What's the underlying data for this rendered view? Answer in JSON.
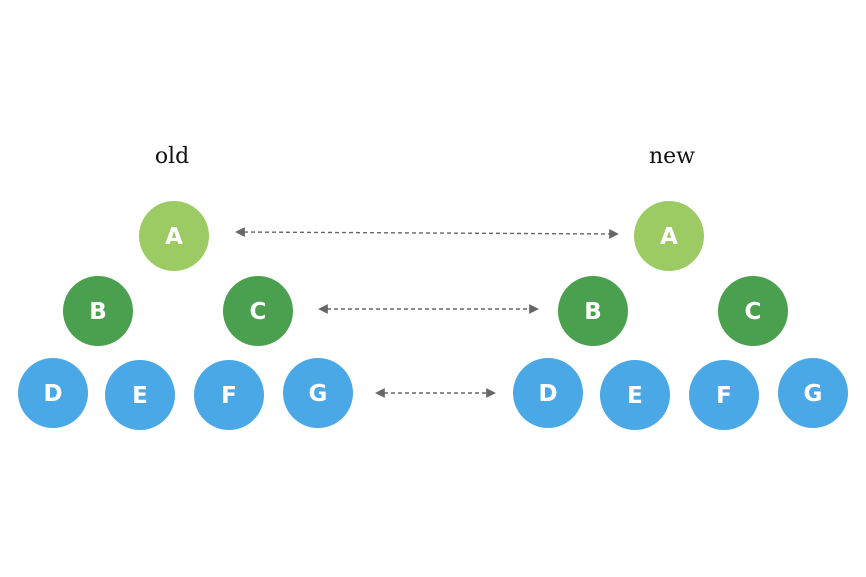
{
  "titles": {
    "old": "old",
    "new": "new"
  },
  "colors": {
    "level_1": "#9ccb64",
    "level_2": "#4aa04f",
    "level_3": "#4aa8e6",
    "arrow": "#666666"
  },
  "old_tree": {
    "root": "A",
    "children": [
      "B",
      "C"
    ],
    "leaves": [
      "D",
      "E",
      "F",
      "G"
    ]
  },
  "new_tree": {
    "root": "A",
    "children": [
      "B",
      "C"
    ],
    "leaves": [
      "D",
      "E",
      "F",
      "G"
    ]
  }
}
